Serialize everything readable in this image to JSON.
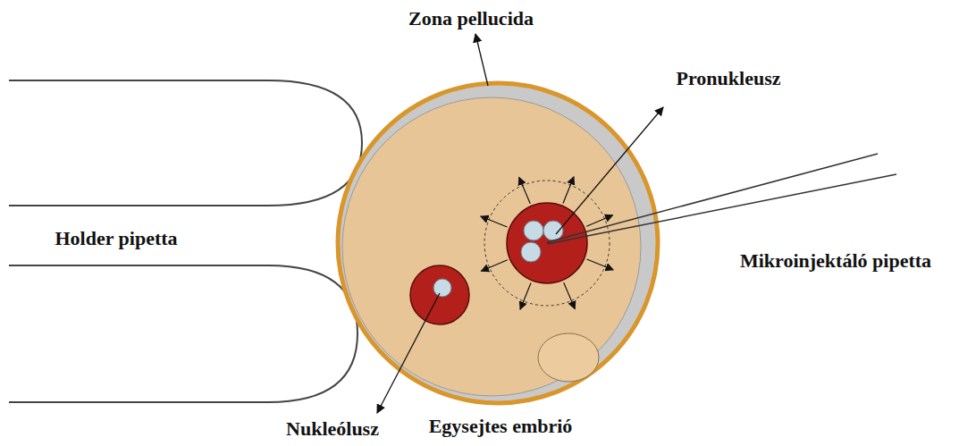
{
  "diagram": {
    "labels": [
      "Zona pellucida",
      "Pronukleusz",
      "Holder pipetta",
      "Mikroinjektáló pipetta",
      "Nukleólusz",
      "Egysejtes embrió"
    ]
  }
}
